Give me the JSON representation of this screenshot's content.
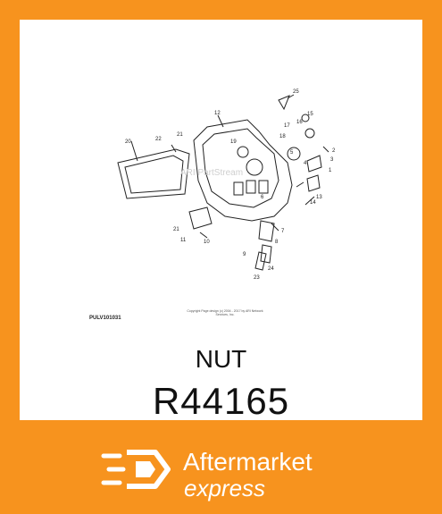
{
  "diagram": {
    "code": "PULV101031",
    "copyright": "Copyright\nPage design (c) 2004 - 2017 by ARI Network Services, Inc.",
    "watermark": "ARI PartStream",
    "callouts": [
      "25",
      "12",
      "15",
      "16",
      "17",
      "18",
      "2",
      "3",
      "1",
      "21",
      "22",
      "20",
      "19",
      "5",
      "4",
      "6",
      "13",
      "14",
      "7",
      "8",
      "21",
      "11",
      "10",
      "9",
      "24",
      "23"
    ]
  },
  "product": {
    "name": "NUT",
    "number": "R44165"
  },
  "brand": {
    "line1": "Aftermarket",
    "line2": "express",
    "accent_color": "#f7931e"
  }
}
